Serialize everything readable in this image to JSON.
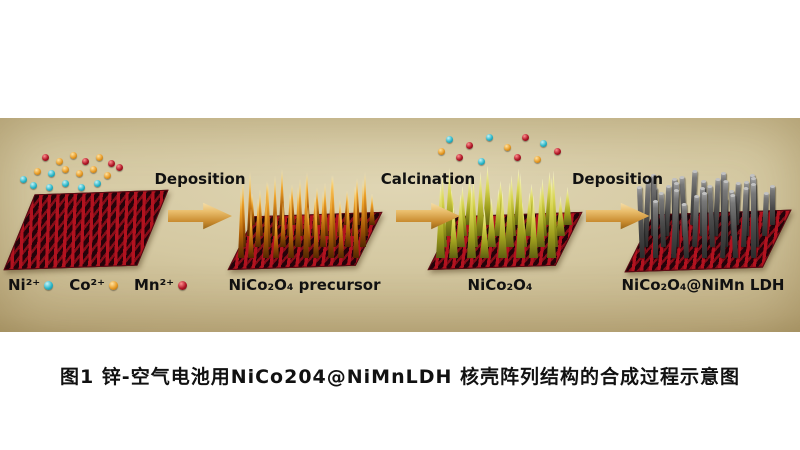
{
  "figure": {
    "steps": [
      {
        "label": "Deposition"
      },
      {
        "label": "Calcination"
      },
      {
        "label": "Deposition"
      }
    ],
    "stages": [
      {
        "name": "substrate-with-ions",
        "label": ""
      },
      {
        "name": "precursor-array",
        "label": "NiCo₂O₄ precursor"
      },
      {
        "name": "calcined-array",
        "label": "NiCo₂O₄"
      },
      {
        "name": "core-shell-array",
        "label": "NiCo₂O₄@NiMn LDH"
      }
    ],
    "legend": {
      "items": [
        {
          "ion": "nickel",
          "label": "Ni²⁺",
          "color": "#2ab7c9"
        },
        {
          "ion": "cobalt",
          "label": "Co²⁺",
          "color": "#e89b25"
        },
        {
          "ion": "manganese",
          "label": "Mn²⁺",
          "color": "#b01525"
        }
      ]
    },
    "colors": {
      "substrate_red": "#b2121f",
      "precursor_orange": "#e89b25",
      "calcined_yellow_green": "#d6d44e",
      "ldh_gray": "#5a5a5a",
      "arrow_tan": "#e9bd6b",
      "panel_beige": "#d4c8a1"
    },
    "caption": "图1 锌-空气电池用NiCo204@NiMnLDH 核壳阵列结构的合成过程示意图"
  }
}
